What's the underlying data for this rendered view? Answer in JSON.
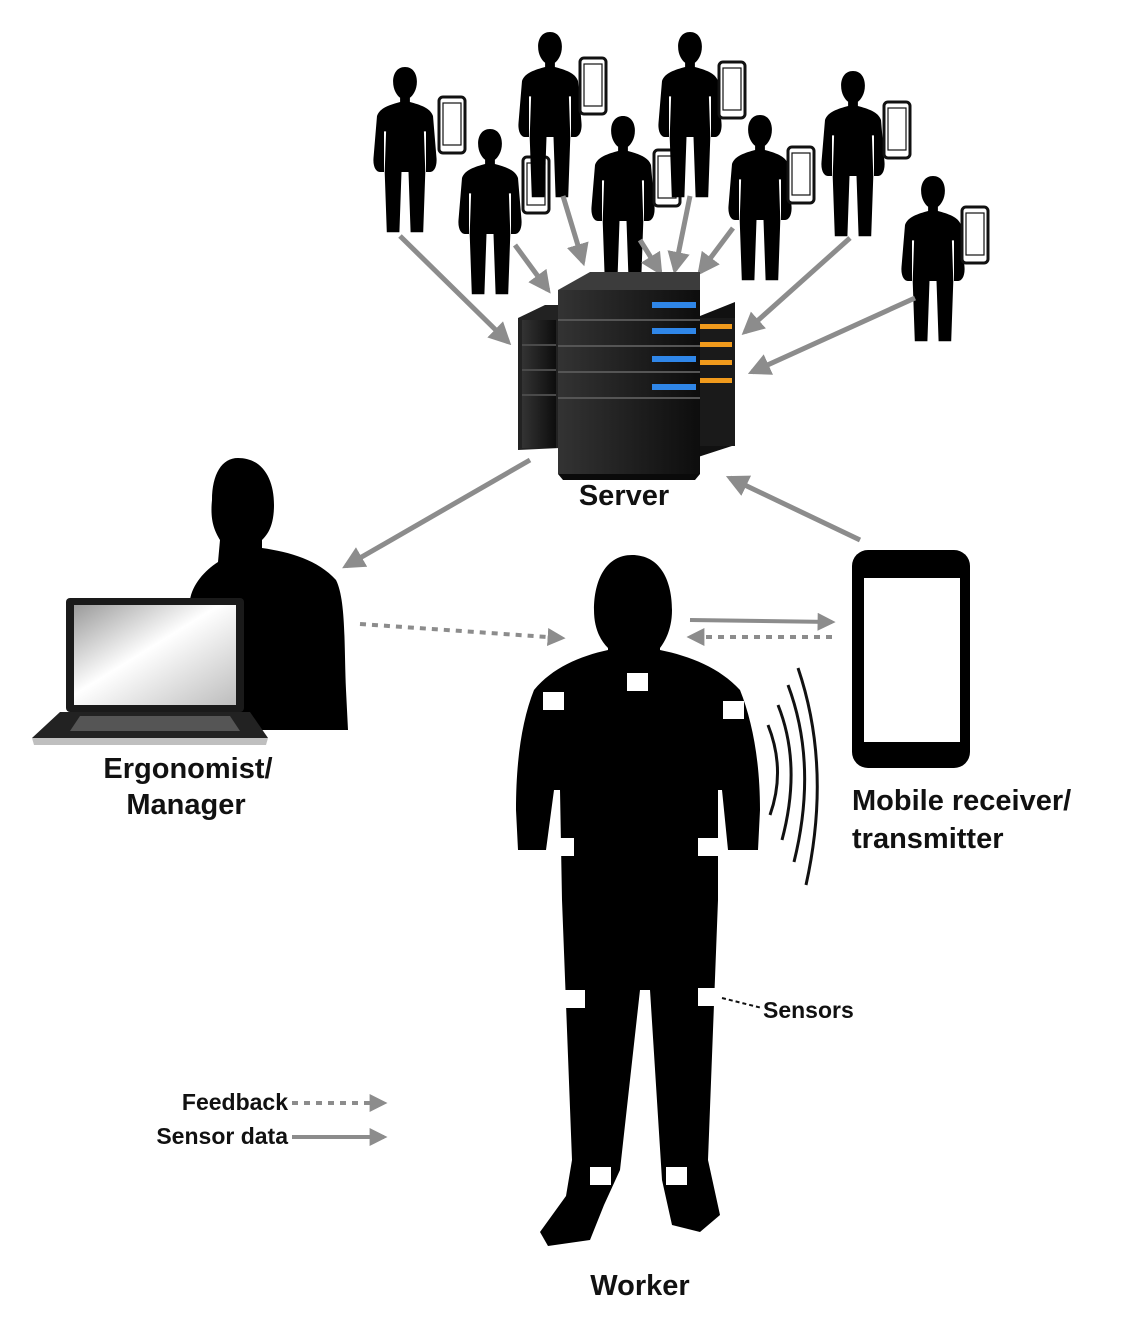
{
  "labels": {
    "server": "Server",
    "ergonomist_line1": "Ergonomist/",
    "ergonomist_line2": "Manager",
    "mobile_line1": "Mobile receiver/",
    "mobile_line2": "transmitter",
    "sensors": "Sensors",
    "worker": "Worker"
  },
  "legend": {
    "feedback": "Feedback",
    "sensor_data": "Sensor data"
  },
  "colors": {
    "silhouette": "#000000",
    "arrow": "#8c8c8c",
    "server_body": "#1c1c1c",
    "server_led_blue": "#2f86e8",
    "server_led_orange": "#f09a1c",
    "sensor": "#ffffff",
    "screen": "#ffffff"
  },
  "icons": [
    "crowd-worker-icon",
    "smartphone-icon",
    "server-rack-icon",
    "laptop-icon",
    "wireless-signal-icon",
    "sensor-marker-icon"
  ]
}
